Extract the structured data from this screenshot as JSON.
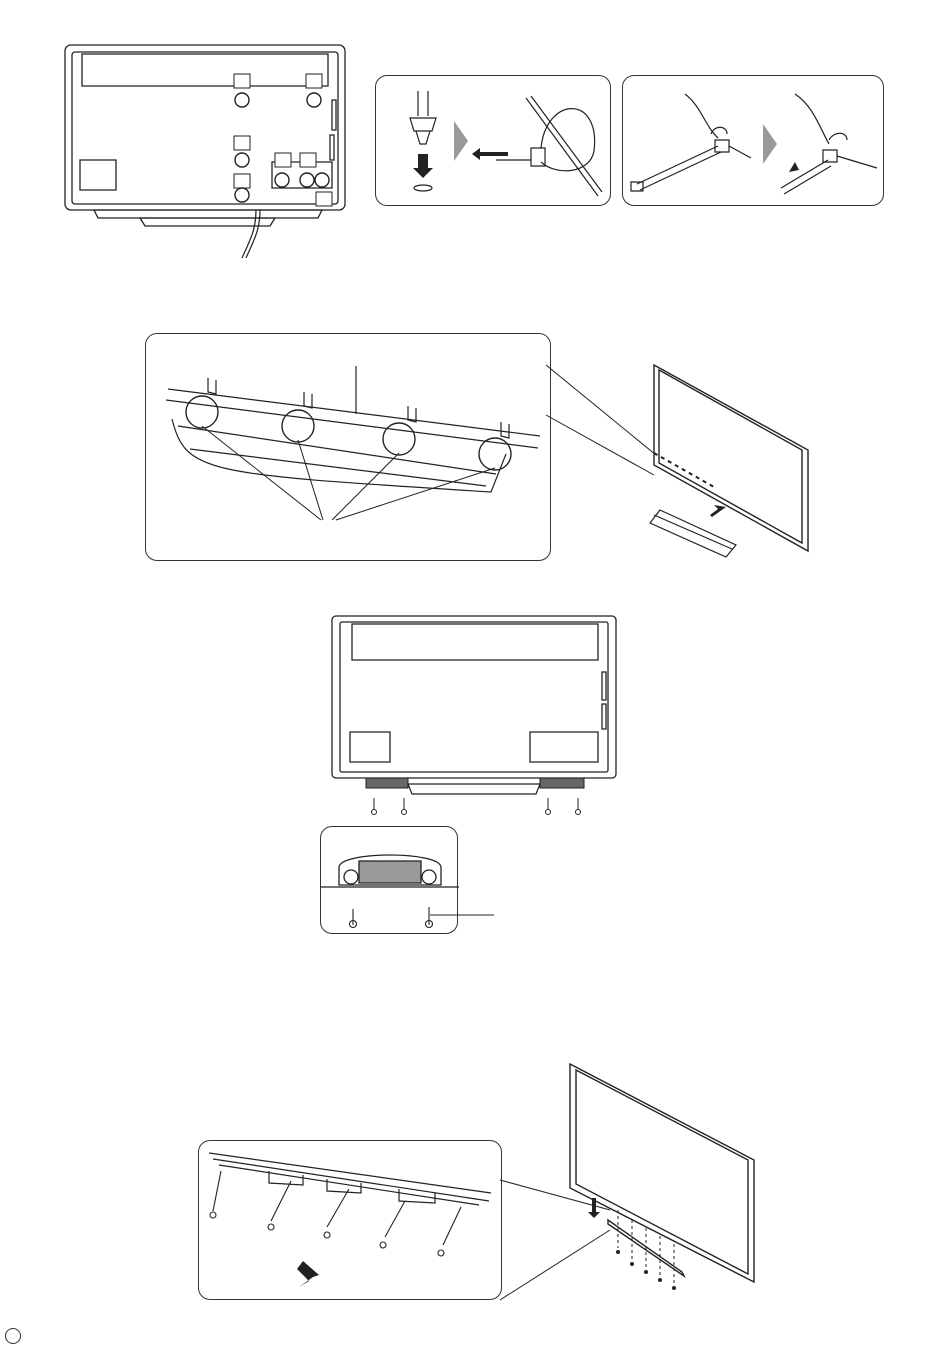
{
  "document": {
    "figures": [
      {
        "id": "fig-rear-cable-clamps",
        "description_shown": false
      },
      {
        "id": "fig-cable-tie-usage",
        "description_shown": false
      },
      {
        "id": "fig-cable-tie-release",
        "description_shown": false
      },
      {
        "id": "fig-front-cover-tabs",
        "description_shown": false
      },
      {
        "id": "fig-monitor-perspective-top",
        "description_shown": false
      },
      {
        "id": "fig-rear-view-stand-brackets",
        "description_shown": false
      },
      {
        "id": "fig-bracket-screw-detail",
        "description_shown": false
      },
      {
        "id": "fig-bottom-bracket-screws",
        "description_shown": false
      },
      {
        "id": "fig-monitor-perspective-bottom",
        "description_shown": false
      }
    ]
  }
}
